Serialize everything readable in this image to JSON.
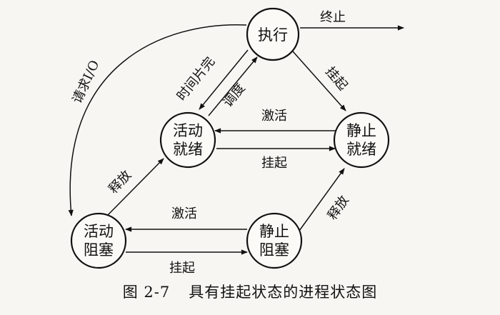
{
  "diagram": {
    "nodes": {
      "exec": [
        "执行"
      ],
      "active_ready": [
        "活动",
        "就绪"
      ],
      "static_ready": [
        "静止",
        "就绪"
      ],
      "active_blocked": [
        "活动",
        "阻塞"
      ],
      "static_blocked": [
        "静止",
        "阻塞"
      ]
    },
    "edges": {
      "terminate": "终止",
      "suspend_exec": "挂起",
      "time_slice": "时间片完",
      "dispatch": "调度",
      "activate_ready": "激活",
      "suspend_ready": "挂起",
      "request_io": "请求I/O",
      "release_active": "释放",
      "release_static": "释放",
      "activate_blocked": "激活",
      "suspend_blocked": "挂起"
    }
  },
  "caption": {
    "number": "图 2-7",
    "text": "具有挂起状态的进程状态图"
  }
}
